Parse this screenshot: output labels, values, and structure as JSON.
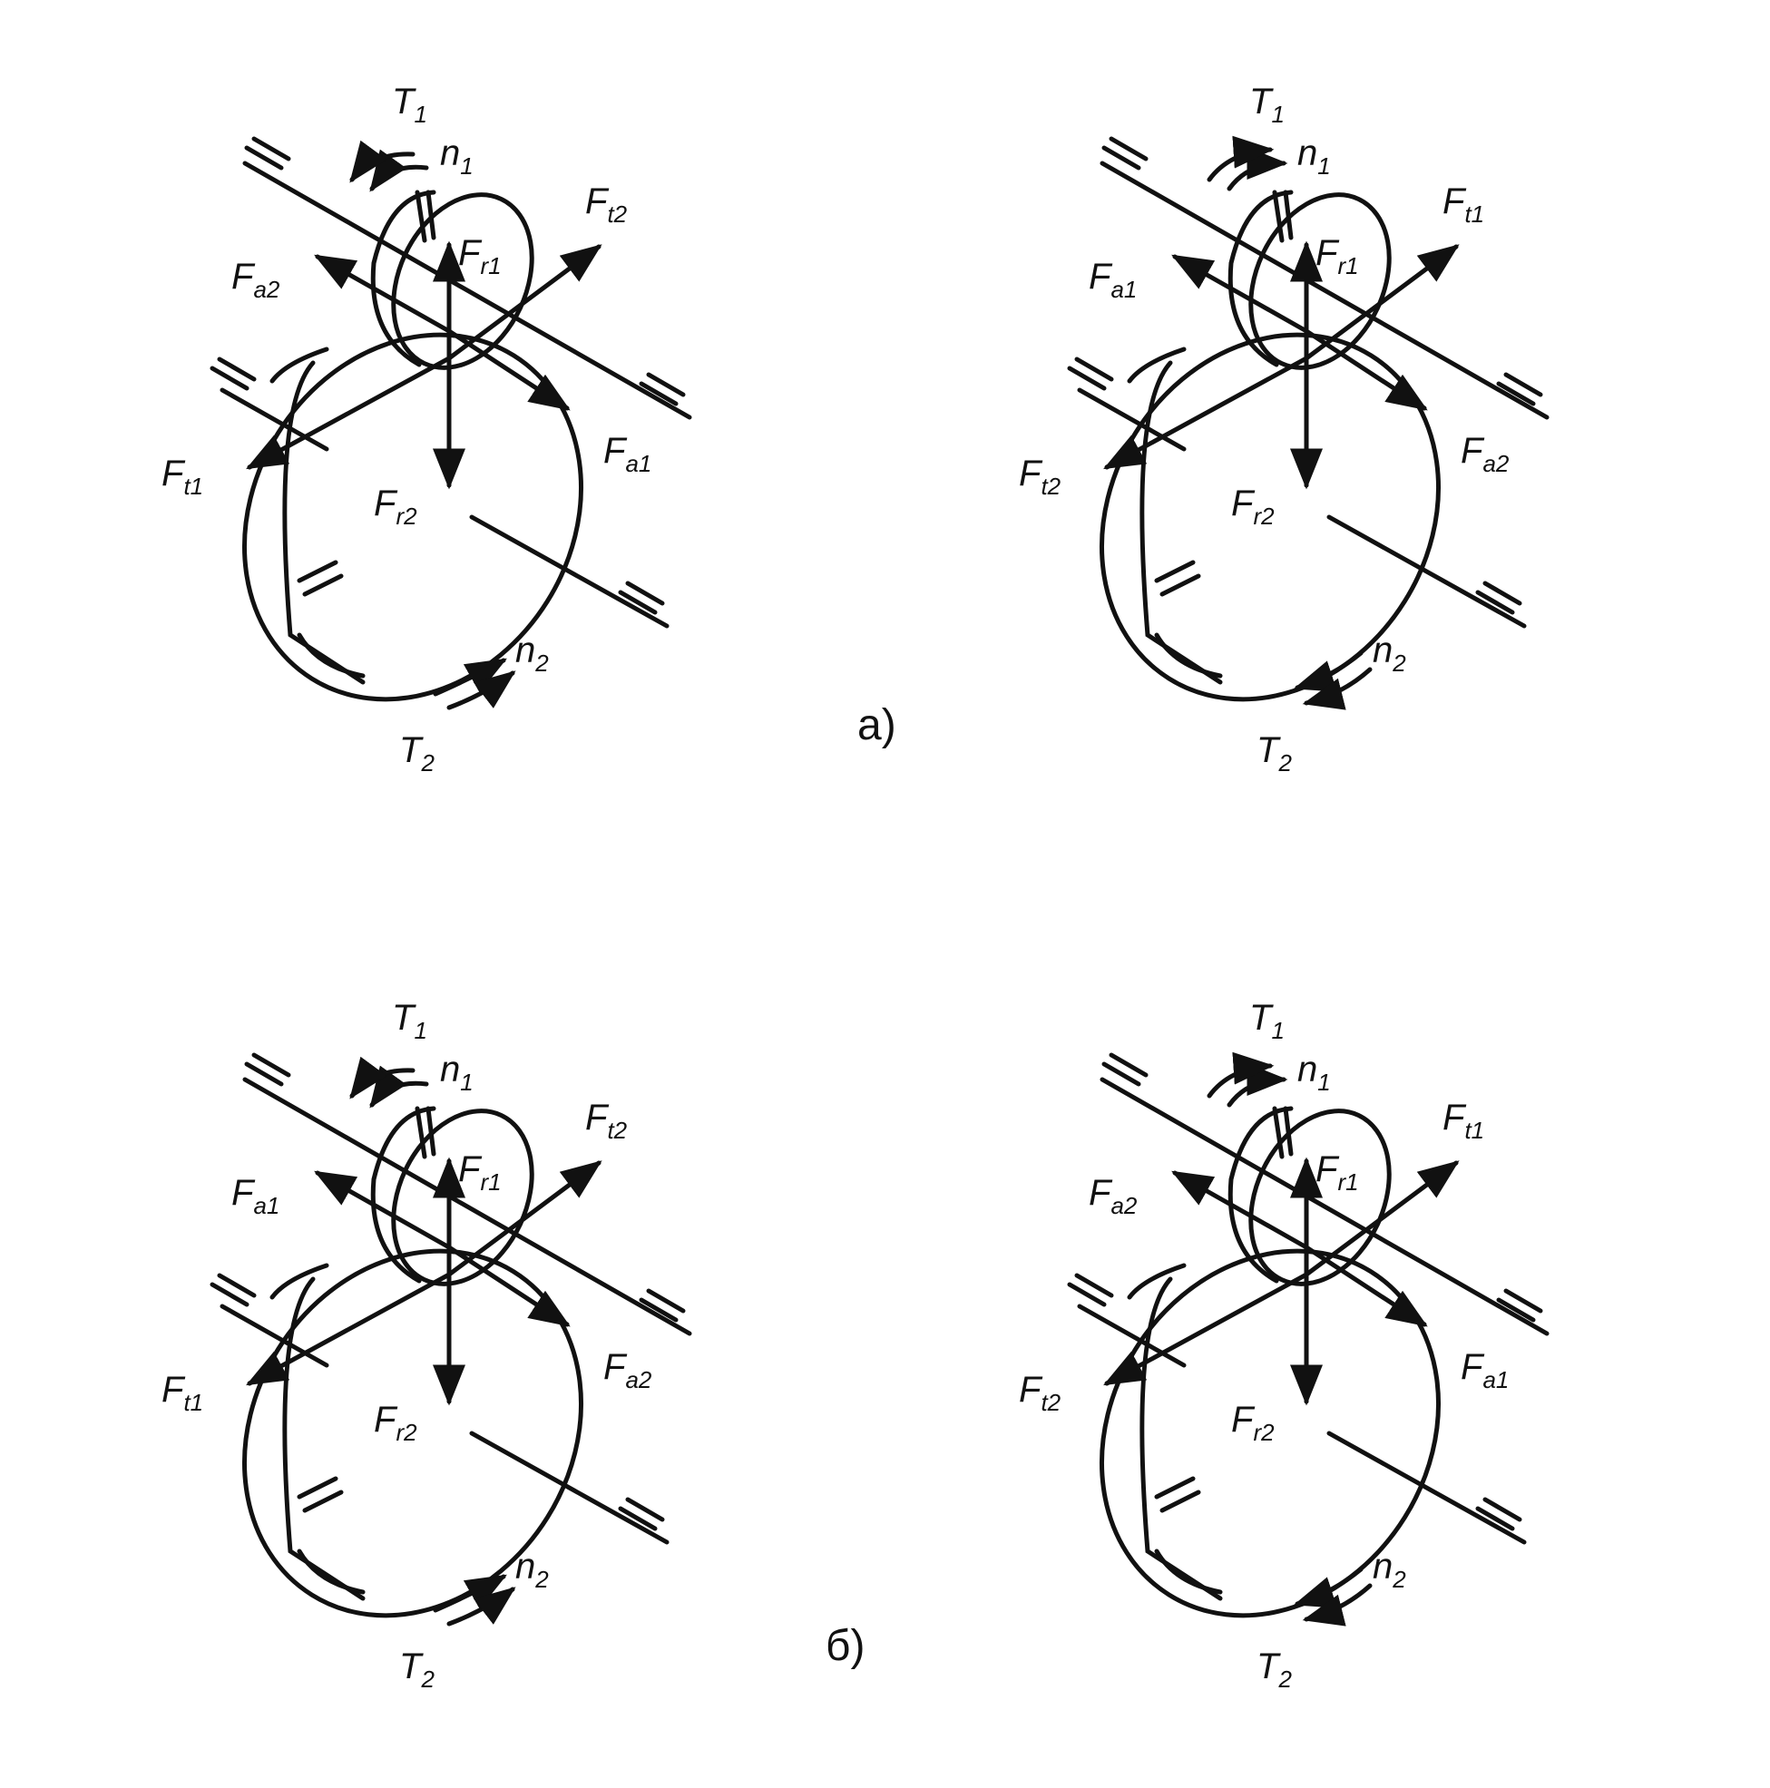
{
  "captions": {
    "a": "a)",
    "b": "б)"
  },
  "diagrams": [
    {
      "id": "a-left",
      "labels": {
        "T1": [
          "T",
          "1"
        ],
        "n1": [
          "n",
          "1"
        ],
        "Ft_up": [
          "F",
          "t2"
        ],
        "Fa_left": [
          "F",
          "a2"
        ],
        "Fr1": [
          "F",
          "r1"
        ],
        "Ft_down": [
          "F",
          "t1"
        ],
        "Fa_right": [
          "F",
          "a1"
        ],
        "Fr2": [
          "F",
          "r2"
        ],
        "n2": [
          "n",
          "2"
        ],
        "T2": [
          "T",
          "2"
        ]
      }
    },
    {
      "id": "a-right",
      "labels": {
        "T1": [
          "T",
          "1"
        ],
        "n1": [
          "n",
          "1"
        ],
        "Ft_up": [
          "F",
          "t1"
        ],
        "Fa_left": [
          "F",
          "a1"
        ],
        "Fr1": [
          "F",
          "r1"
        ],
        "Ft_down": [
          "F",
          "t2"
        ],
        "Fa_right": [
          "F",
          "a2"
        ],
        "Fr2": [
          "F",
          "r2"
        ],
        "n2": [
          "n",
          "2"
        ],
        "T2": [
          "T",
          "2"
        ]
      }
    },
    {
      "id": "b-left",
      "labels": {
        "T1": [
          "T",
          "1"
        ],
        "n1": [
          "n",
          "1"
        ],
        "Ft_up": [
          "F",
          "t2"
        ],
        "Fa_left": [
          "F",
          "a1"
        ],
        "Fr1": [
          "F",
          "r1"
        ],
        "Ft_down": [
          "F",
          "t1"
        ],
        "Fa_right": [
          "F",
          "a2"
        ],
        "Fr2": [
          "F",
          "r2"
        ],
        "n2": [
          "n",
          "2"
        ],
        "T2": [
          "T",
          "2"
        ]
      }
    },
    {
      "id": "b-right",
      "labels": {
        "T1": [
          "T",
          "1"
        ],
        "n1": [
          "n",
          "1"
        ],
        "Ft_up": [
          "F",
          "t1"
        ],
        "Fa_left": [
          "F",
          "a2"
        ],
        "Fr1": [
          "F",
          "r1"
        ],
        "Ft_down": [
          "F",
          "t2"
        ],
        "Fa_right": [
          "F",
          "a1"
        ],
        "Fr2": [
          "F",
          "r2"
        ],
        "n2": [
          "n",
          "2"
        ],
        "T2": [
          "T",
          "2"
        ]
      }
    }
  ]
}
